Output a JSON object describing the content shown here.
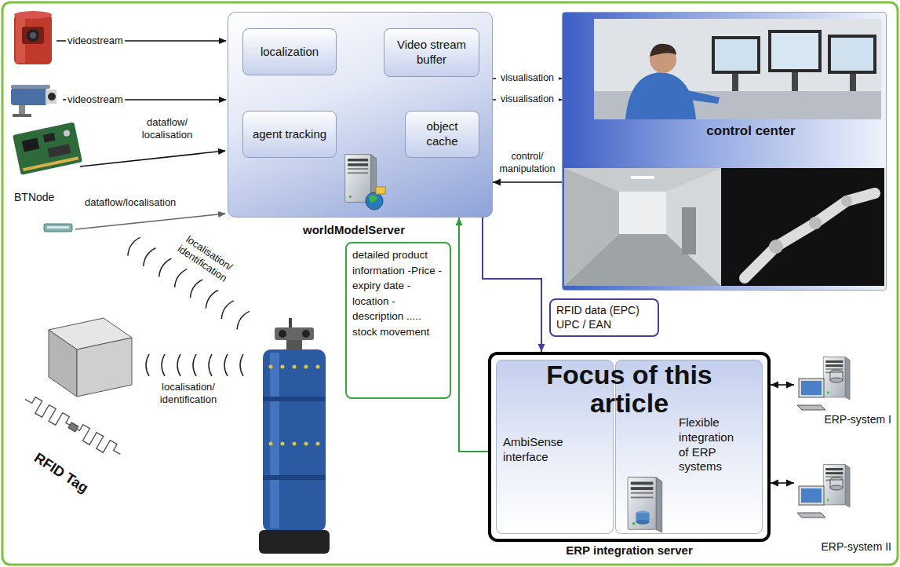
{
  "diagram": {
    "nodes": [
      {
        "text": [
          "worldModelServer"
        ]
      },
      {
        "text": [
          "localization"
        ],
        "in": 0
      },
      {
        "text": [
          "Video stream buffer"
        ],
        "in": 0
      },
      {
        "text": [
          "agent tracking"
        ],
        "in": 0
      },
      {
        "text": [
          "object cache"
        ],
        "in": 0
      },
      {
        "text": [
          "control center"
        ]
      },
      {
        "text": [
          "Focus of this article",
          "ERP integration server"
        ]
      },
      {
        "text": [
          "AmbiSense interface"
        ],
        "in": 6
      },
      {
        "text": [
          "Flexible integration of ERP systems"
        ],
        "in": 6
      },
      {
        "text": [
          "ERP-system I"
        ]
      },
      {
        "text": [
          "ERP-system II"
        ]
      }
    ],
    "edges": [
      {
        "from": 0,
        "to": 5,
        "label": "visualisation",
        "arrow": "to"
      },
      {
        "from": 0,
        "to": 5,
        "label": "visualisation",
        "arrow": "to"
      },
      {
        "from": 5,
        "to": 0,
        "label": "control/ manipulation",
        "arrow": "to"
      },
      {
        "from": 0,
        "to": 6,
        "label": "RFID data (EPC) UPC / EAN",
        "arrow": "to"
      },
      {
        "from": 7,
        "to": 0,
        "label": "detailed product information -Price -expiry date -location -description ..... stock movement",
        "arrow": "to"
      },
      {
        "from": 6,
        "to": 9,
        "arrow": "both"
      },
      {
        "from": 6,
        "to": 10,
        "arrow": "both"
      }
    ],
    "labels": [
      "videostream",
      "videostream",
      "dataflow/ localisation",
      "BTNode",
      "dataflow/localisation",
      "localisation/ identification",
      "localisation/ identification",
      "RFID Tag"
    ]
  }
}
